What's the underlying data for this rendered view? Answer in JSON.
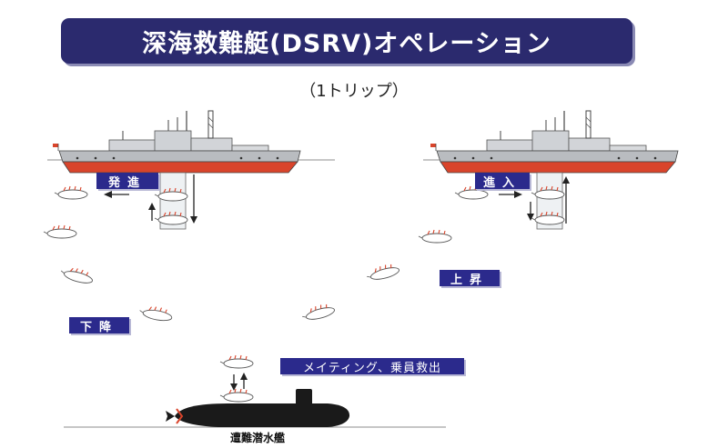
{
  "title": "深海救難艇(DSRV)オペレーション",
  "subtitle": "（1トリップ）",
  "labels": {
    "launch": "発進",
    "enter": "進入",
    "ascend": "上昇",
    "descend": "下降",
    "mating": "メイティング、乗員救出",
    "submarine": "遭難潜水艦"
  },
  "colors": {
    "banner": "#2b2a6e",
    "label_box": "#2b2a8c",
    "hull_gray": "#b9bcc0",
    "hull_red": "#d9442b",
    "submarine_black": "#1a1a1a"
  }
}
